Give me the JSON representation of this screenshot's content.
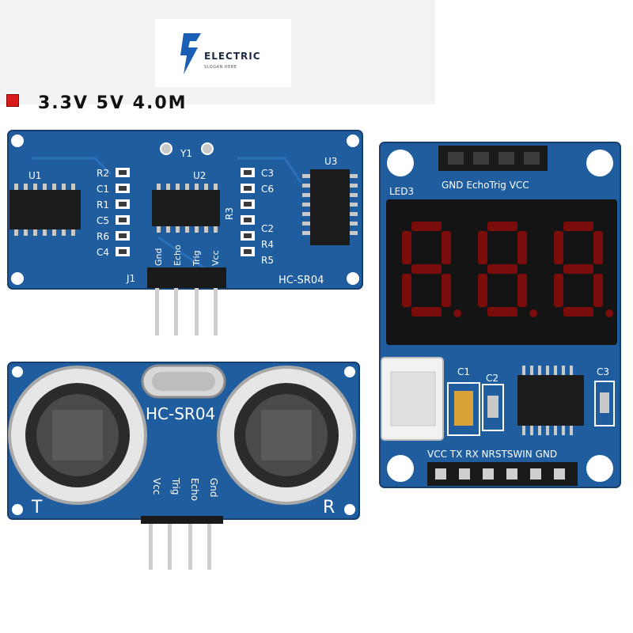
{
  "logo": {
    "brand": "ELECTRIC",
    "slogan": "SLOGAN HERE"
  },
  "spec_line": {
    "text": "3.3V 5V 4.0M"
  },
  "board_top": {
    "model": "HC-SR04",
    "header_ref": "J1",
    "chips": [
      "U1",
      "U2",
      "U3"
    ],
    "crystal_ref": "Y1",
    "components_left": [
      "R2",
      "C1",
      "R1",
      "C5",
      "R6",
      "C4"
    ],
    "components_right": [
      "C3",
      "C6",
      "C2",
      "R4",
      "R5"
    ],
    "component_r3": "R3",
    "pins": [
      "Gnd",
      "Echo",
      "Trig",
      "Vcc"
    ]
  },
  "board_bottom": {
    "model": "HC-SR04",
    "left_label": "T",
    "right_label": "R",
    "pins": [
      "Vcc",
      "Trig",
      "Echo",
      "Gnd"
    ]
  },
  "board_display": {
    "led_ref": "LED3",
    "top_pins": "GND EchoTrig VCC",
    "digits": "888",
    "components": [
      "C1",
      "C2",
      "C3"
    ],
    "bottom_pins": "VCC  TX  RX NRSTSWIN GND"
  },
  "colors": {
    "pcb": "#1f5d9e",
    "pcb_dark": "#17487c",
    "chip": "#1c1c1c",
    "led_off": "#7a0c0c",
    "display_bg": "#141414"
  }
}
